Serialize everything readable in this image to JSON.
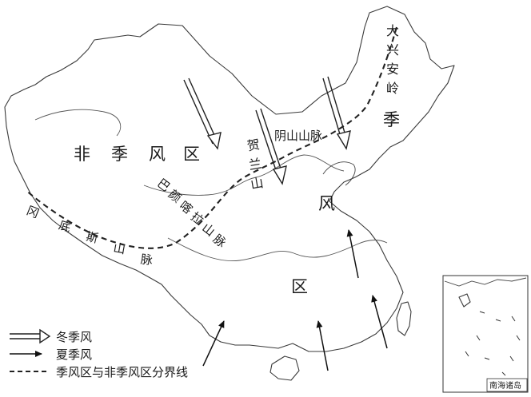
{
  "regions": {
    "non_monsoon": [
      "非",
      "季",
      "风",
      "区"
    ],
    "monsoon": [
      "季",
      "风",
      "区"
    ]
  },
  "mountains": {
    "da_xing_an": [
      "大",
      "兴",
      "安",
      "岭"
    ],
    "yin_shan": "阴山山脉",
    "he_lan_shan": [
      "贺",
      "兰",
      "山"
    ],
    "ba_yan_ka_la": [
      "巴",
      "颜",
      "喀",
      "拉",
      "山",
      "脉"
    ],
    "gang_di_si": [
      "冈",
      "底",
      "斯",
      "山",
      "脉"
    ]
  },
  "legend": {
    "winter_monsoon": "冬季风",
    "summer_monsoon": "夏季风",
    "boundary_line": "季风区与非季风区分界线"
  },
  "inset": {
    "label": "南海诸岛"
  },
  "style": {
    "ink": "#1a1a1a",
    "paper": "#ffffff"
  }
}
